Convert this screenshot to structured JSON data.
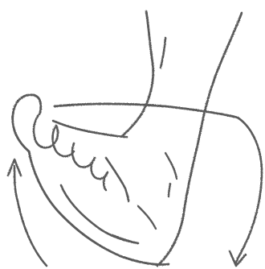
{
  "image": {
    "subject": "foot-sketch",
    "style": "hand-drawn line art",
    "stroke_color": "#5a5a5a",
    "stroke_shadow": "#9a9a9a",
    "background": "#ffffff"
  },
  "layers": {
    "foot": "foot-outline",
    "toes": "toe-strokes",
    "arrows": "curved-arrows"
  }
}
